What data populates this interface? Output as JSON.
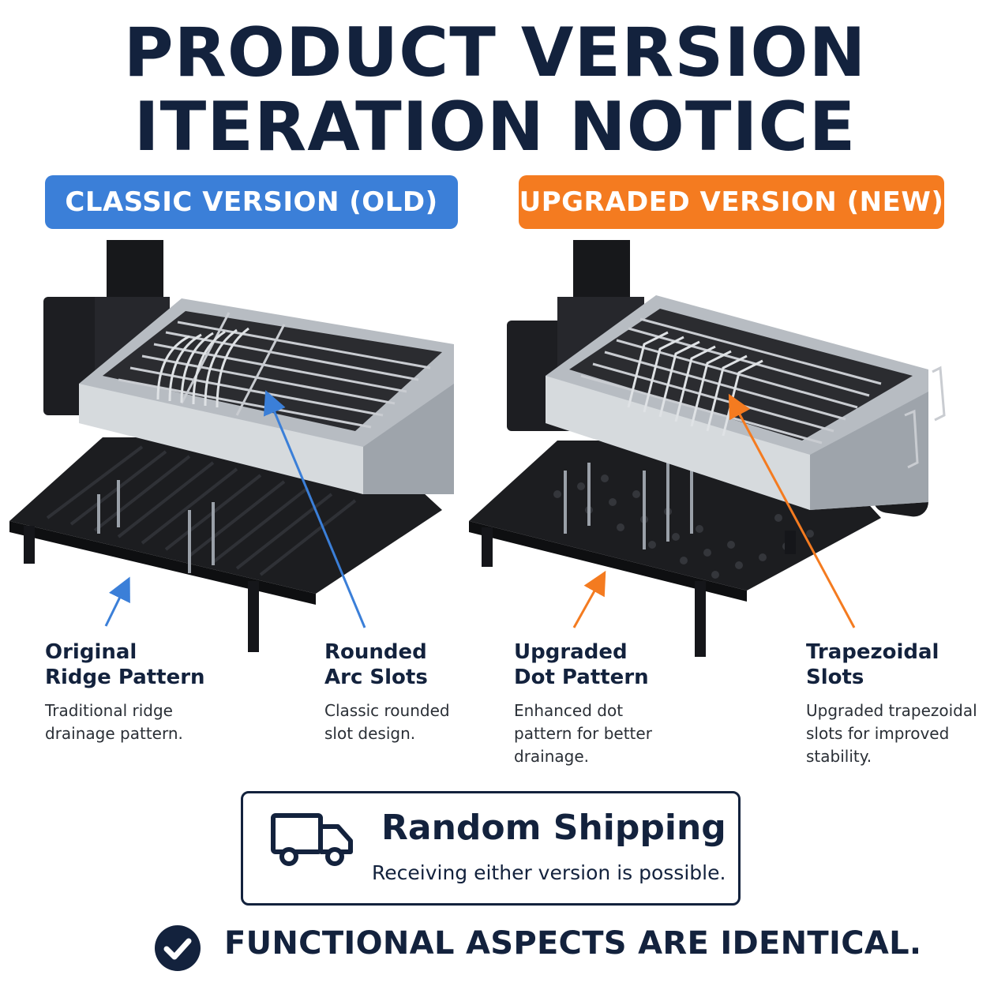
{
  "header": {
    "title_line1": "PRODUCT VERSION",
    "title_line2": "ITERATION NOTICE"
  },
  "versions": {
    "old": {
      "label": "CLASSIC VERSION (OLD)",
      "color": "#3b7fd8"
    },
    "new": {
      "label": "UPGRADED VERSION (NEW)",
      "color": "#f47b20"
    }
  },
  "features": [
    {
      "title_line1": "Original",
      "title_line2": "Ridge Pattern",
      "desc_line1": "Traditional ridge",
      "desc_line2": "drainage pattern.",
      "desc_line3": ""
    },
    {
      "title_line1": "Rounded",
      "title_line2": "Arc Slots",
      "desc_line1": "Classic rounded",
      "desc_line2": "slot design.",
      "desc_line3": ""
    },
    {
      "title_line1": "Upgraded",
      "title_line2": "Dot Pattern",
      "desc_line1": "Enhanced dot",
      "desc_line2": "pattern for better",
      "desc_line3": "drainage."
    },
    {
      "title_line1": "Trapezoidal",
      "title_line2": "Slots",
      "desc_line1": "Upgraded trapezoidal",
      "desc_line2": "slots for improved",
      "desc_line3": "stability."
    }
  ],
  "shipping": {
    "title": "Random Shipping",
    "subtitle": "Receiving either version is possible.",
    "icon": "truck-icon"
  },
  "footer": {
    "text": "FUNCTIONAL ASPECTS ARE IDENTICAL.",
    "icon": "check-circle-icon"
  }
}
